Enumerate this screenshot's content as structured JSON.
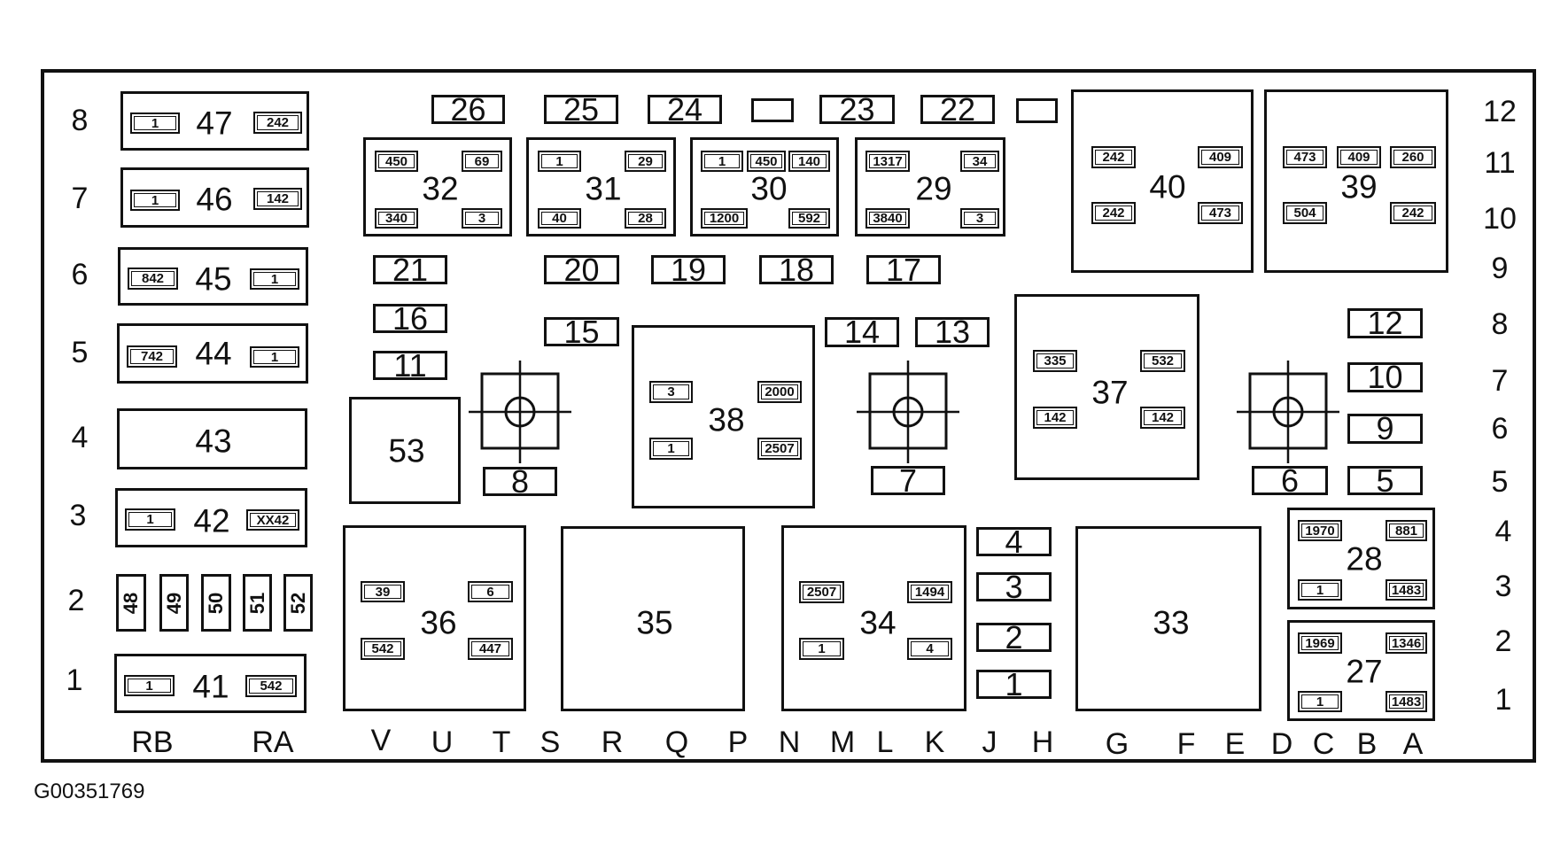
{
  "diagram_code": "G00351769",
  "row_labels_left": [
    "8",
    "7",
    "6",
    "5",
    "4",
    "3",
    "2",
    "1"
  ],
  "row_labels_right": [
    "12",
    "11",
    "10",
    "9",
    "8",
    "7",
    "6",
    "5",
    "4",
    "3",
    "2",
    "1"
  ],
  "column_labels": [
    "RB",
    "RA",
    "V",
    "U",
    "T",
    "S",
    "R",
    "Q",
    "P",
    "N",
    "M",
    "L",
    "K",
    "J",
    "H",
    "G",
    "F",
    "E",
    "D",
    "C",
    "B",
    "A"
  ],
  "left_relays": {
    "r47": {
      "id": "47",
      "t1": "1",
      "t2": "242"
    },
    "r46": {
      "id": "46",
      "t1": "1",
      "t2": "142"
    },
    "r45": {
      "id": "45",
      "t1": "842",
      "t2": "1"
    },
    "r44": {
      "id": "44",
      "t1": "742",
      "t2": "1"
    },
    "r43": {
      "id": "43"
    },
    "r42": {
      "id": "42",
      "t1": "1",
      "t2": "XX42"
    },
    "r41": {
      "id": "41",
      "t1": "1",
      "t2": "542"
    }
  },
  "small_fuses_vertical": [
    "48",
    "49",
    "50",
    "51",
    "52"
  ],
  "fuses": {
    "f26": "26",
    "f25": "25",
    "f24": "24",
    "f23": "23",
    "f22": "22",
    "f21": "21",
    "f20": "20",
    "f19": "19",
    "f18": "18",
    "f17": "17",
    "f16": "16",
    "f15": "15",
    "f14": "14",
    "f13": "13",
    "f12": "12",
    "f11": "11",
    "f10": "10",
    "f9": "9",
    "f8": "8",
    "f7": "7",
    "f6": "6",
    "f5": "5",
    "f4": "4",
    "f3": "3",
    "f2": "2",
    "f1": "1"
  },
  "relays": {
    "r32": {
      "id": "32",
      "a": "450",
      "b": "69",
      "c": "340",
      "d": "3"
    },
    "r31": {
      "id": "31",
      "a": "1",
      "b": "29",
      "c": "40",
      "d": "28"
    },
    "r30": {
      "id": "30",
      "a": "1",
      "b": "450",
      "c": "140",
      "d": "1200",
      "e": "592"
    },
    "r29": {
      "id": "29",
      "a": "1317",
      "b": "34",
      "c": "3840",
      "d": "3"
    },
    "r40": {
      "id": "40",
      "a": "242",
      "b": "409",
      "c": "242",
      "d": "473"
    },
    "r39": {
      "id": "39",
      "a": "473",
      "b": "409",
      "c": "260",
      "d": "504",
      "e": "242"
    },
    "r38": {
      "id": "38",
      "a": "3",
      "b": "2000",
      "c": "1",
      "d": "2507"
    },
    "r37": {
      "id": "37",
      "a": "335",
      "b": "532",
      "c": "142",
      "d": "142"
    },
    "r36": {
      "id": "36",
      "a": "39",
      "b": "6",
      "c": "542",
      "d": "447"
    },
    "r34": {
      "id": "34",
      "a": "2507",
      "b": "1494",
      "c": "1",
      "d": "4"
    },
    "r28": {
      "id": "28",
      "a": "1970",
      "b": "881",
      "c": "1",
      "d": "1483"
    },
    "r27": {
      "id": "27",
      "a": "1969",
      "b": "1346",
      "c": "1",
      "d": "1483"
    }
  },
  "large_blocks": {
    "b53": "53",
    "b35": "35",
    "b33": "33"
  }
}
